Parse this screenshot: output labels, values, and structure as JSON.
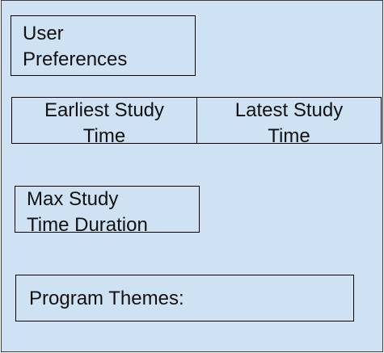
{
  "user_preferences": {
    "line1": "User",
    "line2": "Preferences"
  },
  "earliest_study_time": {
    "line1": "Earliest Study",
    "line2": "Time"
  },
  "latest_study_time": {
    "line1": "Latest Study",
    "line2": "Time"
  },
  "max_study_time_duration": {
    "line1": "Max Study",
    "line2": "Time Duration"
  },
  "program_themes": {
    "label": "Program Themes:"
  },
  "colors": {
    "panel_background": "#cfe2f3",
    "border": "#000000",
    "text": "#111111"
  }
}
